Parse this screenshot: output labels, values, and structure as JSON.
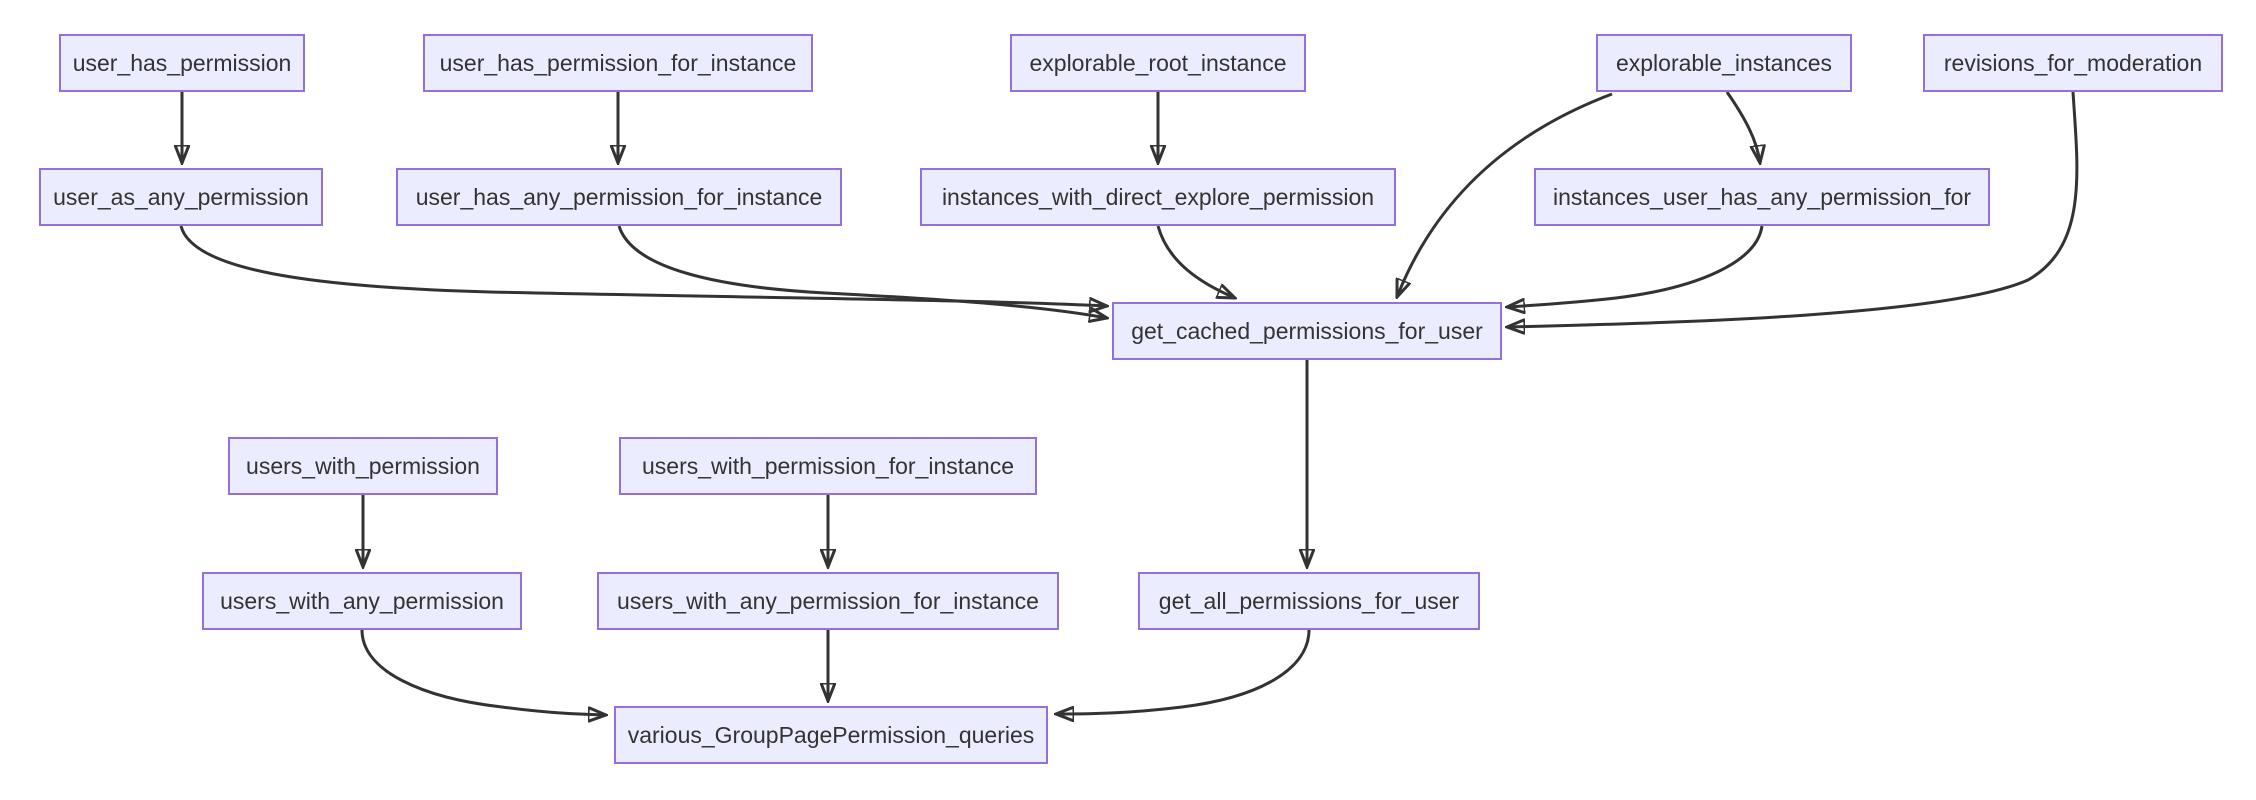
{
  "diagram": {
    "type": "flowchart",
    "direction": "top-down",
    "background_color": "#ffffff",
    "node_fill_color": "#ECECFF",
    "node_border_color": "#9370DB",
    "node_text_color": "#333333",
    "edge_color": "#333333",
    "nodes": [
      {
        "id": "user_has_permission",
        "label": "user_has_permission"
      },
      {
        "id": "user_has_permission_for_instance",
        "label": "user_has_permission_for_instance"
      },
      {
        "id": "explorable_root_instance",
        "label": "explorable_root_instance"
      },
      {
        "id": "explorable_instances",
        "label": "explorable_instances"
      },
      {
        "id": "revisions_for_moderation",
        "label": "revisions_for_moderation"
      },
      {
        "id": "user_as_any_permission",
        "label": "user_as_any_permission"
      },
      {
        "id": "user_has_any_permission_for_instance",
        "label": "user_has_any_permission_for_instance"
      },
      {
        "id": "instances_with_direct_explore_permission",
        "label": "instances_with_direct_explore_permission"
      },
      {
        "id": "instances_user_has_any_permission_for",
        "label": "instances_user_has_any_permission_for"
      },
      {
        "id": "get_cached_permissions_for_user",
        "label": "get_cached_permissions_for_user"
      },
      {
        "id": "users_with_permission",
        "label": "users_with_permission"
      },
      {
        "id": "users_with_permission_for_instance",
        "label": "users_with_permission_for_instance"
      },
      {
        "id": "users_with_any_permission",
        "label": "users_with_any_permission"
      },
      {
        "id": "users_with_any_permission_for_instance",
        "label": "users_with_any_permission_for_instance"
      },
      {
        "id": "get_all_permissions_for_user",
        "label": "get_all_permissions_for_user"
      },
      {
        "id": "various_GroupPagePermission_queries",
        "label": "various_GroupPagePermission_queries"
      }
    ],
    "edges": [
      {
        "from": "user_has_permission",
        "to": "user_as_any_permission"
      },
      {
        "from": "user_has_permission_for_instance",
        "to": "user_has_any_permission_for_instance"
      },
      {
        "from": "explorable_root_instance",
        "to": "instances_with_direct_explore_permission"
      },
      {
        "from": "explorable_instances",
        "to": "instances_user_has_any_permission_for"
      },
      {
        "from": "explorable_instances",
        "to": "get_cached_permissions_for_user"
      },
      {
        "from": "instances_with_direct_explore_permission",
        "to": "get_cached_permissions_for_user"
      },
      {
        "from": "user_as_any_permission",
        "to": "get_cached_permissions_for_user"
      },
      {
        "from": "user_has_any_permission_for_instance",
        "to": "get_cached_permissions_for_user"
      },
      {
        "from": "instances_user_has_any_permission_for",
        "to": "get_cached_permissions_for_user"
      },
      {
        "from": "revisions_for_moderation",
        "to": "get_cached_permissions_for_user"
      },
      {
        "from": "get_cached_permissions_for_user",
        "to": "get_all_permissions_for_user"
      },
      {
        "from": "users_with_permission",
        "to": "users_with_any_permission"
      },
      {
        "from": "users_with_permission_for_instance",
        "to": "users_with_any_permission_for_instance"
      },
      {
        "from": "users_with_any_permission",
        "to": "various_GroupPagePermission_queries"
      },
      {
        "from": "users_with_any_permission_for_instance",
        "to": "various_GroupPagePermission_queries"
      },
      {
        "from": "get_all_permissions_for_user",
        "to": "various_GroupPagePermission_queries"
      }
    ]
  }
}
